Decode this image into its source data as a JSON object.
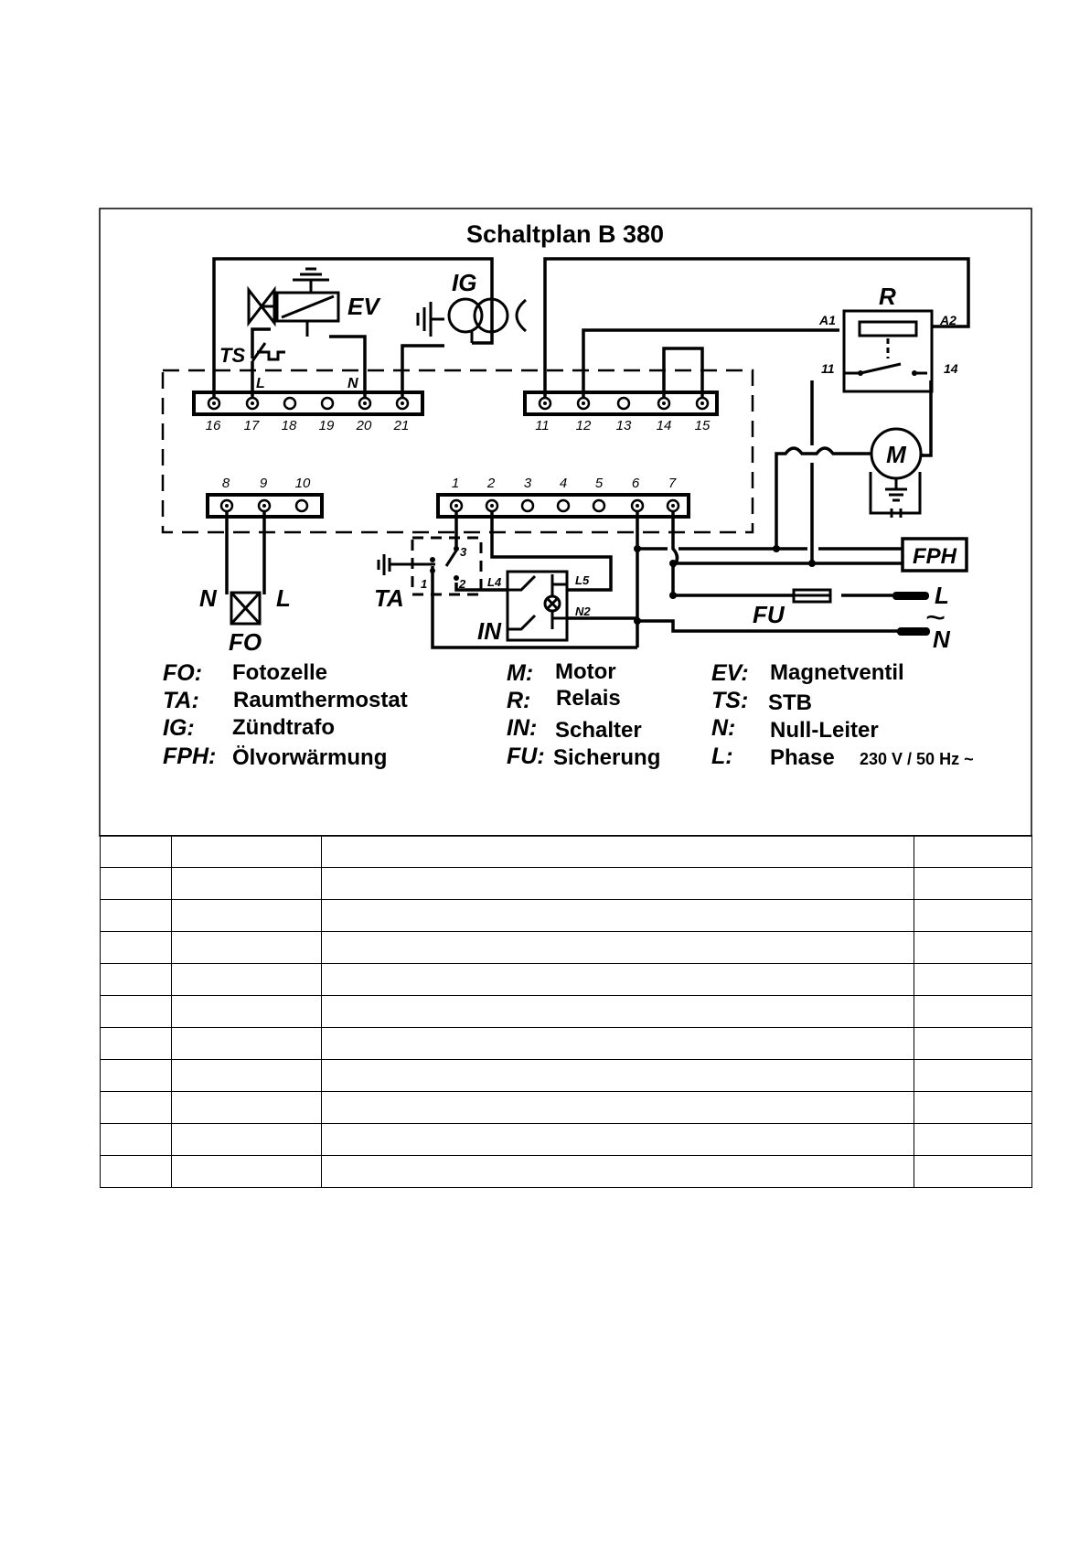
{
  "title": "Schaltplan B 380",
  "components": {
    "ev": "EV",
    "ig": "IG",
    "r": "R",
    "ts": "TS",
    "ta": "TA",
    "in": "IN",
    "fu": "FU",
    "fph": "FPH",
    "fo": "FO",
    "m": "M",
    "a1": "A1",
    "a2": "A2",
    "k11": "11",
    "k14": "14",
    "ts_l": "L",
    "ts_n": "N",
    "fo_n": "N",
    "fo_l": "L",
    "l4": "L4",
    "l5": "L5",
    "n2": "N2",
    "ta_1": "1",
    "ta_2": "2",
    "ta_3": "3",
    "mains_l": "L",
    "mains_n": "N",
    "mains_wave": "~"
  },
  "terminal_blocks": {
    "top_left": [
      "16",
      "17",
      "18",
      "19",
      "20",
      "21"
    ],
    "top_right": [
      "11",
      "12",
      "13",
      "14",
      "15"
    ],
    "bottom_left": [
      "8",
      "9",
      "10"
    ],
    "bottom_right": [
      "1",
      "2",
      "3",
      "4",
      "5",
      "6",
      "7"
    ]
  },
  "legend": [
    {
      "key": "FO:",
      "value": "Fotozelle"
    },
    {
      "key": "TA:",
      "value": "Raumthermostat"
    },
    {
      "key": "IG:",
      "value": "Zündtrafo"
    },
    {
      "key": "FPH:",
      "value": "Ölvorwärmung"
    },
    {
      "key": "M:",
      "value": "Motor"
    },
    {
      "key": "R:",
      "value": "Relais"
    },
    {
      "key": "IN:",
      "value": "Schalter"
    },
    {
      "key": "FU:",
      "value": "Sicherung"
    },
    {
      "key": "EV:",
      "value": "Magnetventil"
    },
    {
      "key": "TS:",
      "value": "STB"
    },
    {
      "key": "N:",
      "value": "Null-Leiter"
    },
    {
      "key": "L:",
      "value": "Phase"
    }
  ],
  "legend_note": "230 V / 50 Hz ~",
  "table": {
    "rows": 11,
    "columns": 4
  }
}
